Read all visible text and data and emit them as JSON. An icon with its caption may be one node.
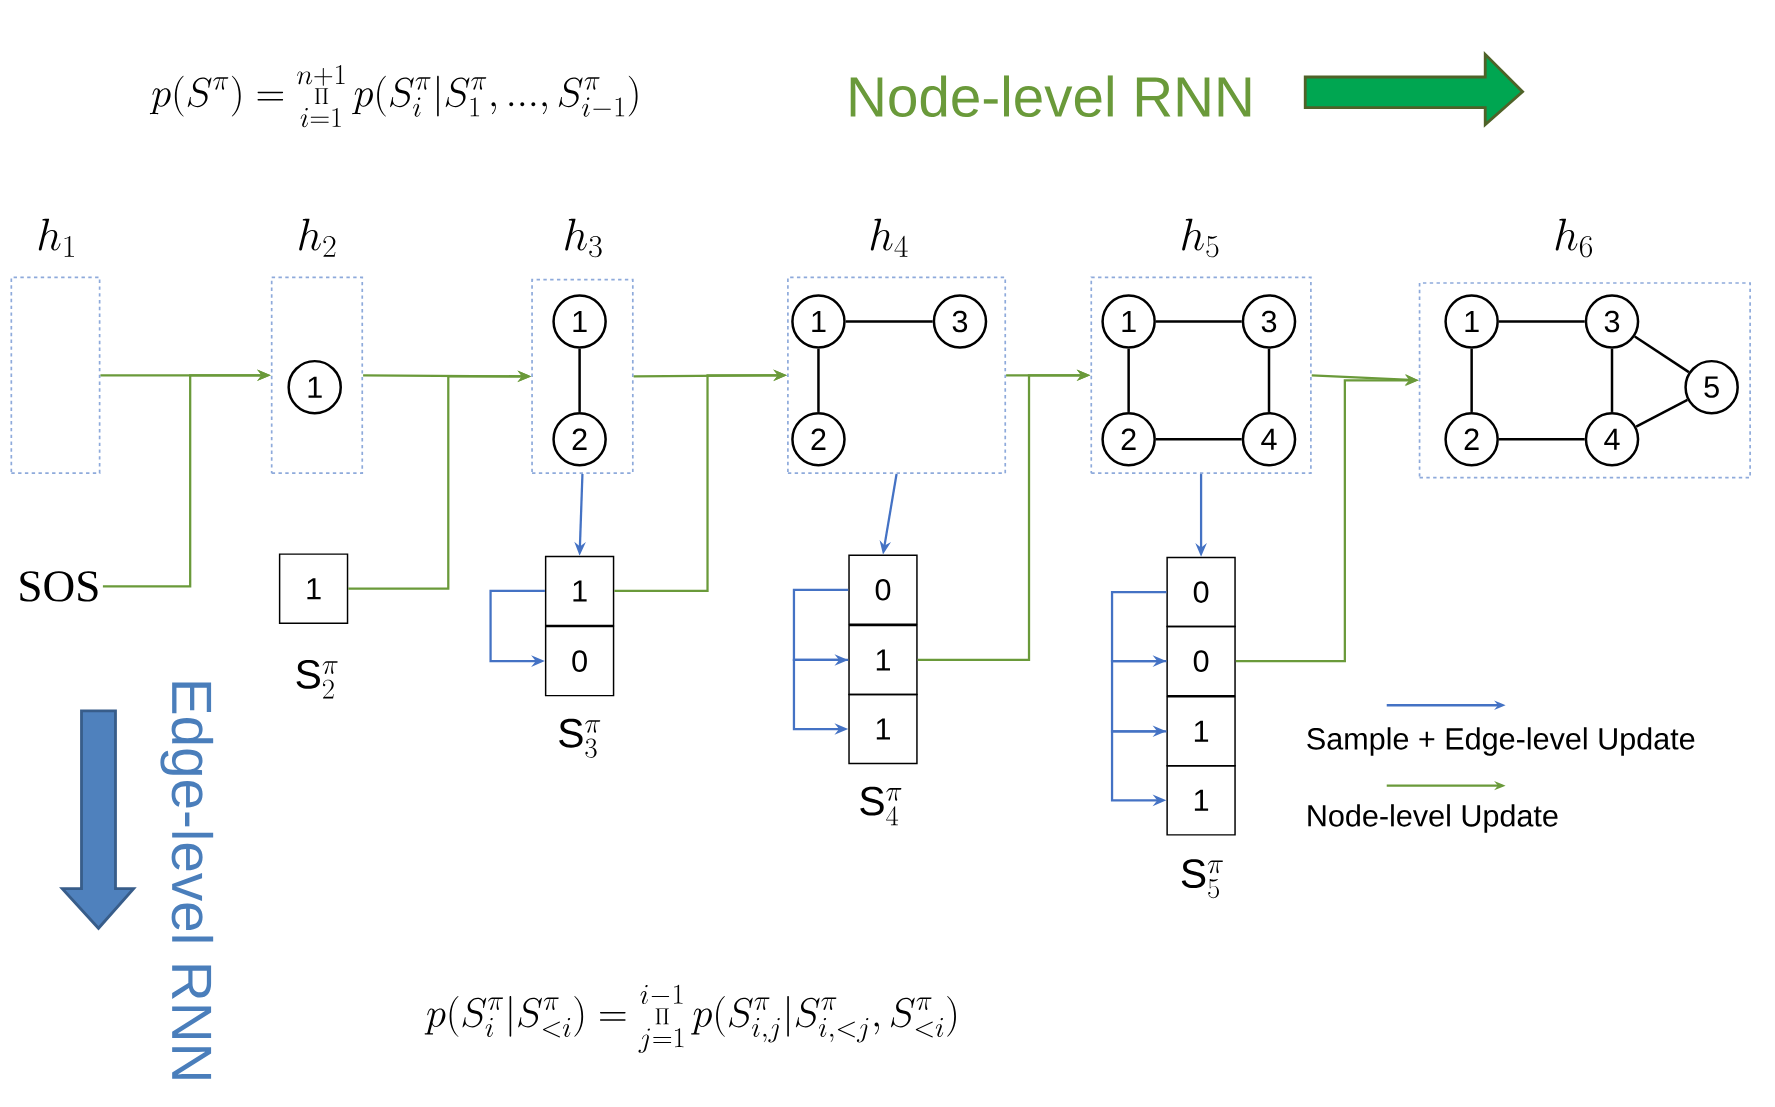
{
  "diagram": {
    "nodes": [
      {
        "text": [
          "h_1"
        ]
      },
      {
        "text": [
          "h_2"
        ]
      },
      {
        "text": [
          "1"
        ],
        "in": 1
      },
      {
        "text": [
          "h_3"
        ]
      },
      {
        "text": [
          "1"
        ],
        "in": 3
      },
      {
        "text": [
          "2"
        ],
        "in": 3
      },
      {
        "text": [
          "h_4"
        ]
      },
      {
        "text": [
          "1"
        ],
        "in": 6
      },
      {
        "text": [
          "3"
        ],
        "in": 6
      },
      {
        "text": [
          "2"
        ],
        "in": 6
      },
      {
        "text": [
          "h_5"
        ]
      },
      {
        "text": [
          "1"
        ],
        "in": 10
      },
      {
        "text": [
          "3"
        ],
        "in": 10
      },
      {
        "text": [
          "2"
        ],
        "in": 10
      },
      {
        "text": [
          "4"
        ],
        "in": 10
      },
      {
        "text": [
          "h_6"
        ]
      },
      {
        "text": [
          "1"
        ],
        "in": 15
      },
      {
        "text": [
          "3"
        ],
        "in": 15
      },
      {
        "text": [
          "5"
        ],
        "in": 15
      },
      {
        "text": [
          "2"
        ],
        "in": 15
      },
      {
        "text": [
          "4"
        ],
        "in": 15
      },
      {
        "text": [
          "SOS"
        ]
      },
      {
        "text": [
          "1"
        ],
        "beside": [
          "\\mathrm{S}^{\\pi}_{2}"
        ]
      },
      {
        "text": [
          "1"
        ]
      },
      {
        "text": [
          "0"
        ],
        "beside": [
          "\\mathrm{S}^{\\pi}_{3}"
        ]
      },
      {
        "text": [
          "0"
        ]
      },
      {
        "text": [
          "1"
        ]
      },
      {
        "text": [
          "1"
        ],
        "beside": [
          "\\mathrm{S}^{\\pi}_{4}"
        ]
      },
      {
        "text": [
          "0"
        ]
      },
      {
        "text": [
          "0"
        ]
      },
      {
        "text": [
          "1"
        ]
      },
      {
        "text": [
          "1"
        ],
        "beside": [
          "\\mathrm{S}^{\\pi}_{5}"
        ]
      }
    ],
    "edges": [
      {
        "from": 4,
        "to": 5,
        "arrow": "none"
      },
      {
        "from": 7,
        "to": 8,
        "arrow": "none"
      },
      {
        "from": 7,
        "to": 9,
        "arrow": "none"
      },
      {
        "from": 11,
        "to": 12,
        "arrow": "none"
      },
      {
        "from": 11,
        "to": 13,
        "arrow": "none"
      },
      {
        "from": 12,
        "to": 14,
        "arrow": "none"
      },
      {
        "from": 13,
        "to": 14,
        "arrow": "none"
      },
      {
        "from": 16,
        "to": 17,
        "arrow": "none"
      },
      {
        "from": 16,
        "to": 19,
        "arrow": "none"
      },
      {
        "from": 17,
        "to": 20,
        "arrow": "none"
      },
      {
        "from": 17,
        "to": 18,
        "arrow": "none"
      },
      {
        "from": 19,
        "to": 20,
        "arrow": "none"
      },
      {
        "from": 20,
        "to": 18,
        "arrow": "none"
      },
      {
        "from": 0,
        "to": 1,
        "arrow": "to",
        "color": "#6a9a3a"
      },
      {
        "from": 21,
        "to": 1,
        "arrow": "to",
        "color": "#6a9a3a"
      },
      {
        "from": 1,
        "to": 3,
        "arrow": "to",
        "color": "#6a9a3a"
      },
      {
        "from": 22,
        "to": 3,
        "arrow": "to",
        "color": "#6a9a3a"
      },
      {
        "from": 3,
        "to": 6,
        "arrow": "to",
        "color": "#6a9a3a"
      },
      {
        "from": 23,
        "to": 6,
        "arrow": "to",
        "color": "#6a9a3a"
      },
      {
        "from": 6,
        "to": 10,
        "arrow": "to",
        "color": "#6a9a3a"
      },
      {
        "from": 26,
        "to": 10,
        "arrow": "to",
        "color": "#6a9a3a"
      },
      {
        "from": 10,
        "to": 15,
        "arrow": "to",
        "color": "#6a9a3a"
      },
      {
        "from": 29,
        "to": 15,
        "arrow": "to",
        "color": "#6a9a3a"
      },
      {
        "from": 3,
        "to": 23,
        "arrow": "to",
        "color": "#4472c4"
      },
      {
        "from": 23,
        "to": 24,
        "arrow": "to",
        "color": "#4472c4"
      },
      {
        "from": 6,
        "to": 25,
        "arrow": "to",
        "color": "#4472c4"
      },
      {
        "from": 25,
        "to": 26,
        "arrow": "to",
        "color": "#4472c4"
      },
      {
        "from": 26,
        "to": 27,
        "arrow": "to",
        "color": "#4472c4"
      },
      {
        "from": 10,
        "to": 28,
        "arrow": "to",
        "color": "#4472c4"
      },
      {
        "from": 28,
        "to": 29,
        "arrow": "to",
        "color": "#4472c4"
      },
      {
        "from": 29,
        "to": 30,
        "arrow": "to",
        "color": "#4472c4"
      },
      {
        "from": 30,
        "to": 31,
        "arrow": "to",
        "color": "#4472c4"
      }
    ],
    "labels": [
      "p(S^{\\pi}) = \\prod_{i=1}^{n+1} p(S^{\\pi}_{i} | S^{\\pi}_{1}, ..., S^{\\pi}_{i-1})",
      "Node-level RNN",
      "Edge-level RNN",
      "p(S^{\\pi}_{i} | S^{\\pi}_{<i}) = \\prod_{j=1}^{i-1} p(S^{\\pi}_{i,j} | S^{\\pi}_{i,<j}, S^{\\pi}_{<i})"
    ],
    "legend": [
      {
        "text": "Sample + Edge-level Update"
      },
      {
        "text": "Node-level Update"
      }
    ]
  }
}
